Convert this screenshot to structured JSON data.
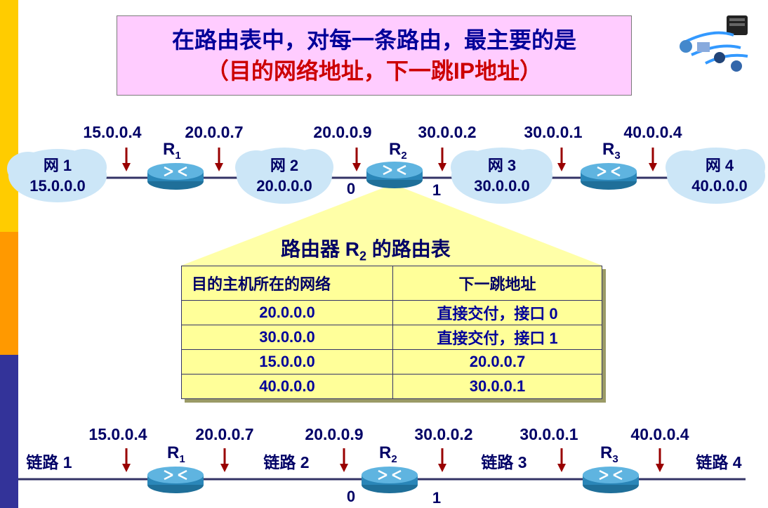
{
  "title": {
    "line1": "在路由表中，对每一条路由，最主要的是",
    "line2": "（目的网络地址，下一跳IP地址）"
  },
  "colors": {
    "title_bg": "#ffccff",
    "sidebar_top": "#ffcc00",
    "sidebar_mid": "#ff9900",
    "sidebar_bottom": "#333399",
    "cloud": "#cce6f7",
    "arrow": "#990000",
    "router": "#3399cc",
    "table_bg": "#ffff99",
    "text_blue": "#000099"
  },
  "top_diagram": {
    "networks": [
      {
        "name": "网 1",
        "addr": "15.0.0.0"
      },
      {
        "name": "网 2",
        "addr": "20.0.0.0"
      },
      {
        "name": "网 3",
        "addr": "30.0.0.0"
      },
      {
        "name": "网 4",
        "addr": "40.0.0.0"
      }
    ],
    "routers": [
      {
        "name": "R",
        "sub": "1"
      },
      {
        "name": "R",
        "sub": "2"
      },
      {
        "name": "R",
        "sub": "3"
      }
    ],
    "interfaces": [
      "15.0.0.4",
      "20.0.0.7",
      "20.0.0.9",
      "30.0.0.2",
      "30.0.0.1",
      "40.0.0.4"
    ],
    "ports": [
      "0",
      "1"
    ]
  },
  "routing_table": {
    "title_main": "路由器 R",
    "title_sub": "2",
    "title_tail": " 的路由表",
    "headers": [
      "目的主机所在的网络",
      "下一跳地址"
    ],
    "rows": [
      [
        "20.0.0.0",
        "直接交付，接口 0"
      ],
      [
        "30.0.0.0",
        "直接交付，接口 1"
      ],
      [
        "15.0.0.0",
        "20.0.0.7"
      ],
      [
        "40.0.0.0",
        "30.0.0.1"
      ]
    ]
  },
  "bottom_diagram": {
    "links": [
      "链路 1",
      "链路 2",
      "链路 3",
      "链路 4"
    ],
    "routers": [
      {
        "name": "R",
        "sub": "1"
      },
      {
        "name": "R",
        "sub": "2"
      },
      {
        "name": "R",
        "sub": "3"
      }
    ],
    "interfaces": [
      "15.0.0.4",
      "20.0.0.7",
      "20.0.0.9",
      "30.0.0.2",
      "30.0.0.1",
      "40.0.0.4"
    ],
    "ports": [
      "0",
      "1"
    ]
  }
}
